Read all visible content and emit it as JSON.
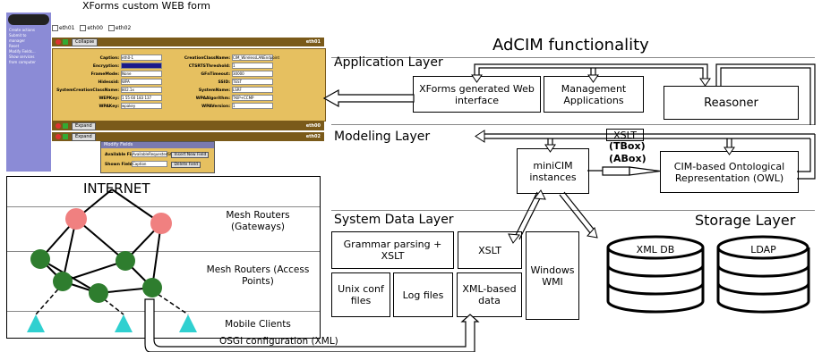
{
  "xforms": {
    "title": "XForms custom WEB form",
    "tabs": [
      "eth01",
      "eth00",
      "eth02"
    ],
    "sidebar_links": [
      "Create actions",
      "Submit to",
      "manager",
      "Reset",
      "Modify Fields...",
      "Show services",
      "from computer"
    ],
    "collapse_label": "Collapse",
    "expand_label": "Expand",
    "section_ids": [
      "eth01",
      "eth00",
      "eth02"
    ],
    "left_fields": [
      {
        "label": "Caption:",
        "value": "eth0-1"
      },
      {
        "label": "Encryption:",
        "value": ""
      },
      {
        "label": "FrameMode:",
        "value": "None"
      },
      {
        "label": "Hidessid:",
        "value": "WPA"
      },
      {
        "label": "SystemCreationClassName:",
        "value": "802.1x"
      },
      {
        "label": "WEPKey:",
        "value": "1 55 60 183 137"
      },
      {
        "label": "WPAKey:",
        "value": "wpakey"
      }
    ],
    "right_fields": [
      {
        "label": "CreationClassName:",
        "value": "CIM_WirelessLANEndpoint"
      },
      {
        "label": "CTSRTSThreshold:",
        "value": "1"
      },
      {
        "label": "GFnTimeout:",
        "value": "30000"
      },
      {
        "label": "SSID:",
        "value": "TEST"
      },
      {
        "label": "SystemName:",
        "value": "LSRF"
      },
      {
        "label": "WPAAlgorithm:",
        "value": "TKIP+CCMP"
      },
      {
        "label": "WPAVersion:",
        "value": "1"
      }
    ],
    "dialog": {
      "title": "Modify Fields",
      "available_label": "Available Fields",
      "available_value": "AvailableRequestedStates",
      "insert_button": "Insert New Field",
      "shown_label": "Shown Fields",
      "shown_value": "Caption",
      "delete_button": "Delete Field"
    }
  },
  "adcim": {
    "title": "AdCIM functionality",
    "layers": {
      "application": "Application Layer",
      "modeling": "Modeling Layer",
      "system": "System Data Layer",
      "storage": "Storage Layer"
    },
    "boxes": {
      "xforms_generated": "XForms generated Web interface",
      "management": "Management Applications",
      "reasoner": "Reasoner",
      "minicim": "miniCIM instances",
      "cim_ontology": "CIM-based Ontological Representation (OWL)",
      "grammar": "Grammar parsing + XSLT",
      "xslt": "XSLT",
      "windows_wmi": "Windows WMI",
      "unix_conf": "Unix conf files",
      "log_files": "Log files",
      "xml_based": "XML-based data"
    },
    "xslt_label": "XSLT",
    "tbox_label": "(TBox)",
    "abox_label": "(ABox)",
    "storage": [
      "XML DB",
      "LDAP"
    ]
  },
  "network": {
    "internet": "INTERNET",
    "gateways": "Mesh Routers (Gateways)",
    "access_points": "Mesh Routers (Access Points)",
    "clients": "Mobile Clients",
    "osgi": "OSGI configuration (XML)"
  }
}
